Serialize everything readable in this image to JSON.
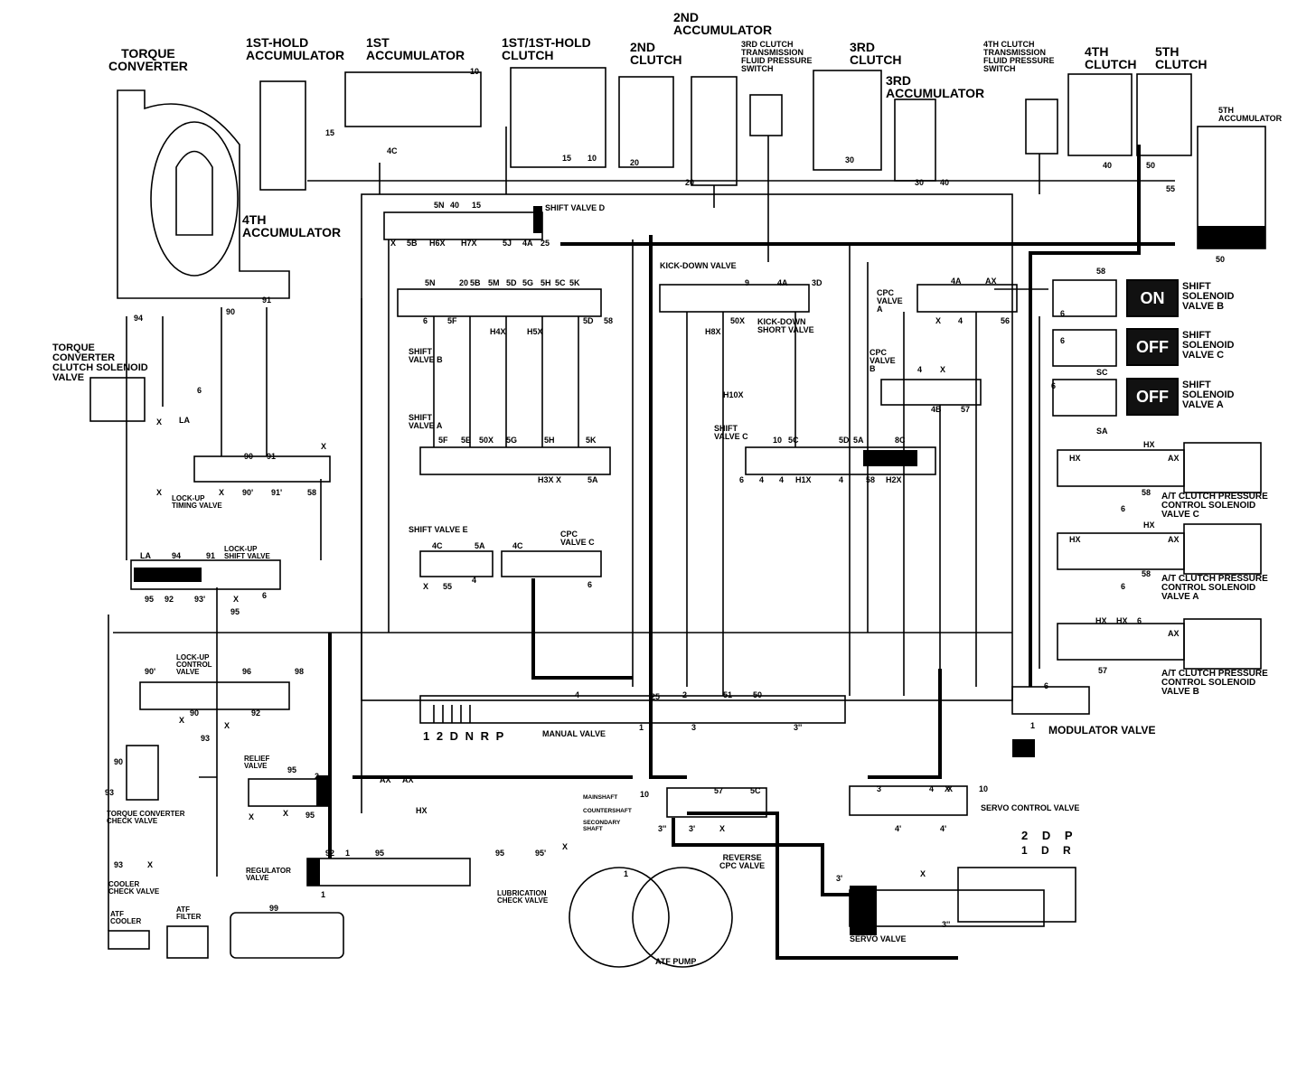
{
  "components": {
    "torque_converter": "TORQUE\nCONVERTER",
    "first_hold_accumulator": "1ST-HOLD\nACCUMULATOR",
    "first_accumulator": "1ST\nACCUMULATOR",
    "first_hold_clutch": "1ST/1ST-HOLD\nCLUTCH",
    "second_clutch": "2ND\nCLUTCH",
    "second_accumulator": "2ND\nACCUMULATOR",
    "third_clutch_switch": "3RD CLUTCH\nTRANSMISSION\nFLUID PRESSURE\nSWITCH",
    "third_clutch": "3RD\nCLUTCH",
    "third_accumulator": "3RD\nACCUMULATOR",
    "fourth_clutch_switch": "4TH CLUTCH\nTRANSMISSION\nFLUID PRESSURE\nSWITCH",
    "fourth_clutch": "4TH\nCLUTCH",
    "fifth_clutch": "5TH\nCLUTCH",
    "fifth_accumulator": "5TH\nACCUMULATOR",
    "fourth_accumulator": "4TH\nACCUMULATOR",
    "tcc_solenoid": "TORQUE\nCONVERTER\nCLUTCH SOLENOID\nVALVE",
    "shift_valve_d": "SHIFT VALVE D",
    "kick_down_valve": "KICK-DOWN VALVE",
    "kick_down_short_valve": "KICK-DOWN\nSHORT VALVE",
    "cpc_valve_a": "CPC\nVALVE\nA",
    "cpc_valve_b": "CPC\nVALVE\nB",
    "shift_valve_b": "SHIFT\nVALVE B",
    "shift_valve_a": "SHIFT\nVALVE A",
    "shift_valve_c": "SHIFT\nVALVE C",
    "shift_valve_e": "SHIFT VALVE E",
    "cpc_valve_c": "CPC\nVALVE C",
    "lockup_timing_valve": "LOCK-UP\nTIMING VALVE",
    "lockup_shift_valve": "LOCK-UP\nSHIFT VALVE",
    "lockup_control_valve": "LOCK-UP\nCONTROL\nVALVE",
    "shift_solenoid_b": "SHIFT\nSOLENOID\nVALVE B",
    "shift_solenoid_c": "SHIFT\nSOLENOID\nVALVE C",
    "shift_solenoid_a": "SHIFT\nSOLENOID\nVALVE A",
    "at_clutch_pcs_c": "A/T CLUTCH PRESSURE\nCONTROL SOLENOID\nVALVE C",
    "at_clutch_pcs_a": "A/T CLUTCH PRESSURE\nCONTROL SOLENOID\nVALVE A",
    "at_clutch_pcs_b": "A/T CLUTCH PRESSURE\nCONTROL SOLENOID\nVALVE B",
    "modulator_valve": "MODULATOR VALVE",
    "manual_valve": "MANUAL VALVE",
    "servo_control_valve": "SERVO CONTROL VALVE",
    "servo_valve": "SERVO VALVE",
    "reverse_cpc_valve": "REVERSE\nCPC VALVE",
    "relief_valve": "RELIEF\nVALVE",
    "regulator_valve": "REGULATOR\nVALVE",
    "lubrication_check_valve": "LUBRICATION\nCHECK VALVE",
    "atf_pump": "ATF PUMP",
    "tc_check_valve": "TORQUE CONVERTER\nCHECK VALVE",
    "cooler_check_valve": "COOLER\nCHECK VALVE",
    "atf_cooler": "ATF\nCOOLER",
    "atf_filter": "ATF\nFILTER",
    "mainshaft": "MAINSHAFT",
    "countershaft": "COUNTERSHAFT",
    "secondary_shaft": "SECONDARY\nSHAFT"
  },
  "solenoid_states": {
    "b": "ON",
    "c": "OFF",
    "a": "OFF"
  },
  "selector_positions": "1 2 D N R P",
  "servo_positions": {
    "top": "2 D P",
    "bottom": "1 D R"
  },
  "ports": [
    "15",
    "10",
    "4C",
    "15",
    "10",
    "20",
    "20",
    "30",
    "40",
    "50",
    "30",
    "55",
    "50",
    "40",
    "94",
    "90",
    "91",
    "6",
    "X",
    "LA",
    "X",
    "90",
    "91",
    "X",
    "X",
    "90'",
    "91'",
    "58",
    "LA",
    "94",
    "91",
    "95",
    "92",
    "93'",
    "X",
    "95",
    "6",
    "90'",
    "96",
    "98",
    "92",
    "X",
    "90",
    "X",
    "93",
    "90",
    "93",
    "93",
    "X",
    "5N",
    "40",
    "15",
    "X",
    "5B",
    "H6X",
    "H7X",
    "5J",
    "4A",
    "25",
    "5N",
    "20",
    "5B",
    "5M",
    "5D",
    "5G",
    "5H",
    "5C",
    "5K",
    "6",
    "5F",
    "H4X",
    "H5X",
    "5D",
    "58",
    "9",
    "4A",
    "3D",
    "H8X",
    "50X",
    "H10X",
    "4A",
    "AX",
    "X",
    "4",
    "56",
    "4",
    "X",
    "4B",
    "57",
    "5F",
    "5E",
    "50X",
    "5G",
    "5H",
    "5K",
    "H3X",
    "X",
    "5A",
    "10",
    "5C",
    "5D",
    "5A",
    "8C",
    "6",
    "4",
    "4",
    "H1X",
    "4",
    "58",
    "H2X",
    "4C",
    "5A",
    "4C",
    "X",
    "55",
    "4",
    "6",
    "58",
    "6",
    "6",
    "SC",
    "6",
    "SA",
    "HX",
    "HX",
    "AX",
    "58",
    "6",
    "HX",
    "HX",
    "AX",
    "58",
    "6",
    "HX",
    "HX",
    "6",
    "AX",
    "57",
    "4",
    "25",
    "2",
    "51",
    "50",
    "1",
    "3",
    "3''",
    "6",
    "1",
    "2",
    "95",
    "X",
    "X",
    "95",
    "AX",
    "AX",
    "HX",
    "92",
    "1",
    "95",
    "1",
    "95",
    "95'",
    "X",
    "99",
    "1",
    "10",
    "57",
    "5C",
    "3'",
    "3''",
    "X",
    "3",
    "X",
    "4",
    "X",
    "10",
    "4'",
    "4'",
    "3'",
    "X",
    "3''"
  ]
}
